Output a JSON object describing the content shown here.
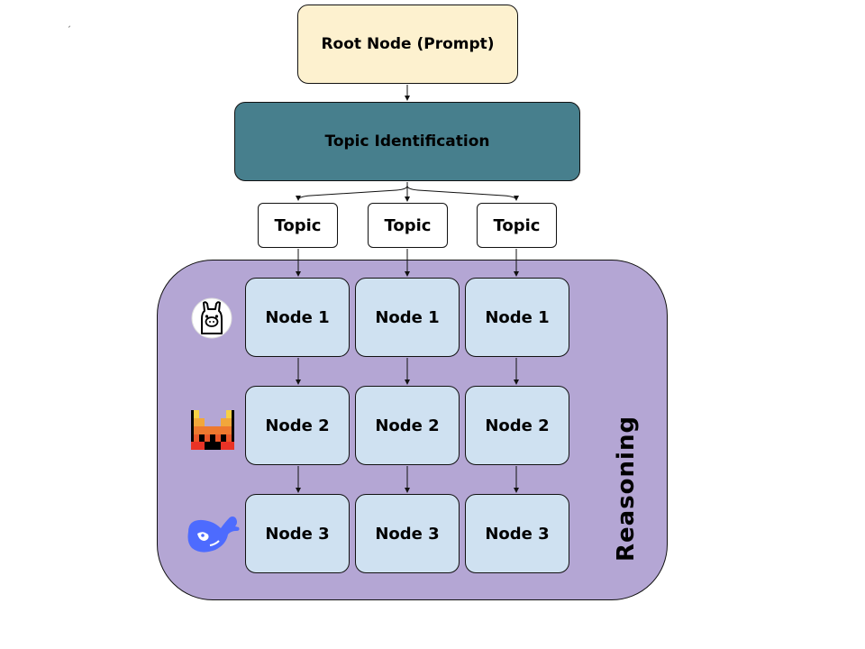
{
  "root": {
    "label": "Root Node (Prompt)"
  },
  "identification": {
    "label": "Topic Identification"
  },
  "topics": [
    "Topic",
    "Topic",
    "Topic"
  ],
  "panel": {
    "label": "Reasoning"
  },
  "rows": [
    {
      "model_icon": "llama-icon",
      "nodes": [
        "Node 1",
        "Node 1",
        "Node 1"
      ]
    },
    {
      "model_icon": "mistral-icon",
      "nodes": [
        "Node 2",
        "Node 2",
        "Node 2"
      ]
    },
    {
      "model_icon": "whale-icon",
      "nodes": [
        "Node 3",
        "Node 3",
        "Node 3"
      ]
    }
  ],
  "stray_mark": "ˏ",
  "colors": {
    "root_fill": "#fdf1cf",
    "identification_fill": "#477f8d",
    "panel_fill": "#b4a6d4",
    "node_fill": "#cfe1f1",
    "topic_fill": "#ffffff",
    "whale_blue": "#4d6bfe"
  }
}
